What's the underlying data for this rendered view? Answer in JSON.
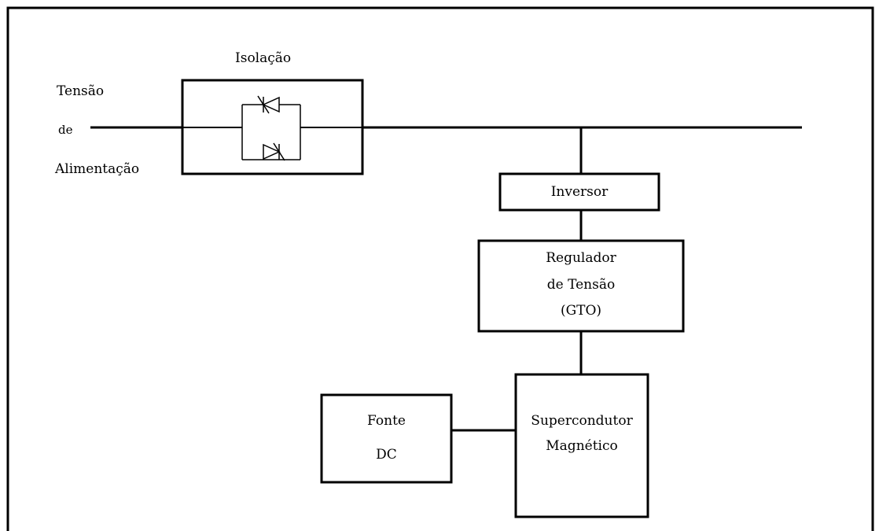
{
  "diagram": {
    "supply_label": {
      "line1": "Tensão",
      "line2": "de",
      "line3": "Alimentação"
    },
    "isolation_label": "Isolação",
    "inverter_label": "Inversor",
    "regulator": {
      "line1": "Regulador",
      "line2": "de Tensão",
      "line3": "(GTO)"
    },
    "dc_source": {
      "line1": "Fonte",
      "line2": "DC"
    },
    "superconductor": {
      "line1": "Supercondutor",
      "line2": "Magnético"
    },
    "colors": {
      "line": "#000000",
      "background": "#ffffff"
    }
  }
}
